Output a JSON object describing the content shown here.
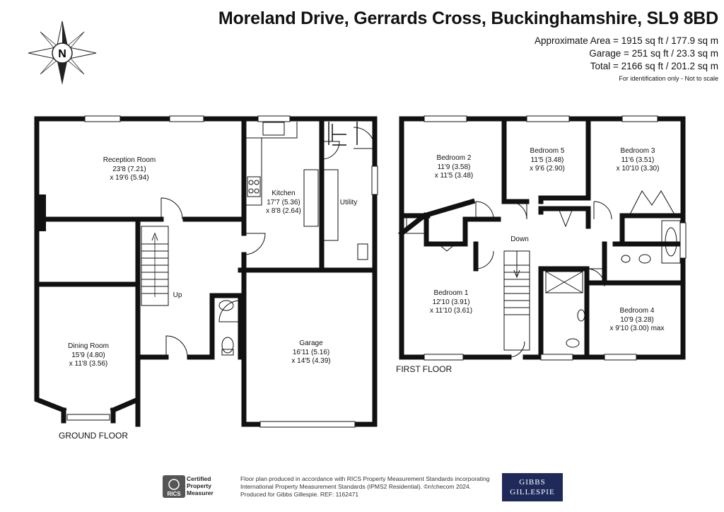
{
  "header": {
    "title": "Moreland Drive, Gerrards Cross, Buckinghamshire, SL9 8BD",
    "area_main": "Approximate Area = 1915 sq ft / 177.9 sq m",
    "area_garage": "Garage = 251 sq ft / 23.3 sq m",
    "area_total": "Total = 2166 sq ft / 201.2 sq m",
    "identification": "For identification only - Not to scale"
  },
  "compass": {
    "letter": "N",
    "icon": "north-compass-icon"
  },
  "ground_floor": {
    "label": "GROUND FLOOR",
    "rooms": {
      "reception": {
        "name": "Reception Room",
        "dim1": "23'8 (7.21)",
        "dim2": "x 19'6 (5.94)"
      },
      "kitchen": {
        "name": "Kitchen",
        "dim1": "17'7 (5.36)",
        "dim2": "x 8'8 (2.64)"
      },
      "utility": {
        "name": "Utility"
      },
      "dining": {
        "name": "Dining Room",
        "dim1": "15'9 (4.80)",
        "dim2": "x 11'8 (3.56)"
      },
      "garage": {
        "name": "Garage",
        "dim1": "16'11 (5.16)",
        "dim2": "x 14'5 (4.39)"
      },
      "stairs": {
        "name": "Up"
      }
    }
  },
  "first_floor": {
    "label": "FIRST FLOOR",
    "rooms": {
      "bedroom2": {
        "name": "Bedroom 2",
        "dim1": "11'9 (3.58)",
        "dim2": "x 11'5 (3.48)"
      },
      "bedroom5": {
        "name": "Bedroom 5",
        "dim1": "11'5 (3.48)",
        "dim2": "x 9'6 (2.90)"
      },
      "bedroom3": {
        "name": "Bedroom 3",
        "dim1": "11'6 (3.51)",
        "dim2": "x 10'10 (3.30)"
      },
      "bedroom1": {
        "name": "Bedroom 1",
        "dim1": "12'10 (3.91)",
        "dim2": "x 11'10 (3.61)"
      },
      "bedroom4": {
        "name": "Bedroom 4",
        "dim1": "10'9 (3.28)",
        "dim2": "x 9'10 (3.00) max"
      },
      "stairs": {
        "name": "Down"
      }
    }
  },
  "footer": {
    "line1": "Floor plan produced in accordance with RICS Property Measurement Standards incorporating",
    "line2": "International Property Measurement Standards (IPMS2 Residential). ©n!checom 2024.",
    "line3": "Produced for Gibbs Gillespie.   REF:  1162471",
    "rics_badge": {
      "logo": "RICS",
      "line1": "Certified",
      "line2": "Property",
      "line3": "Measurer"
    },
    "brand": {
      "line1": "GIBBS",
      "line2": "GILLESPIE"
    }
  },
  "colors": {
    "wall": "#111111",
    "brand_navy": "#1f2a5a"
  }
}
